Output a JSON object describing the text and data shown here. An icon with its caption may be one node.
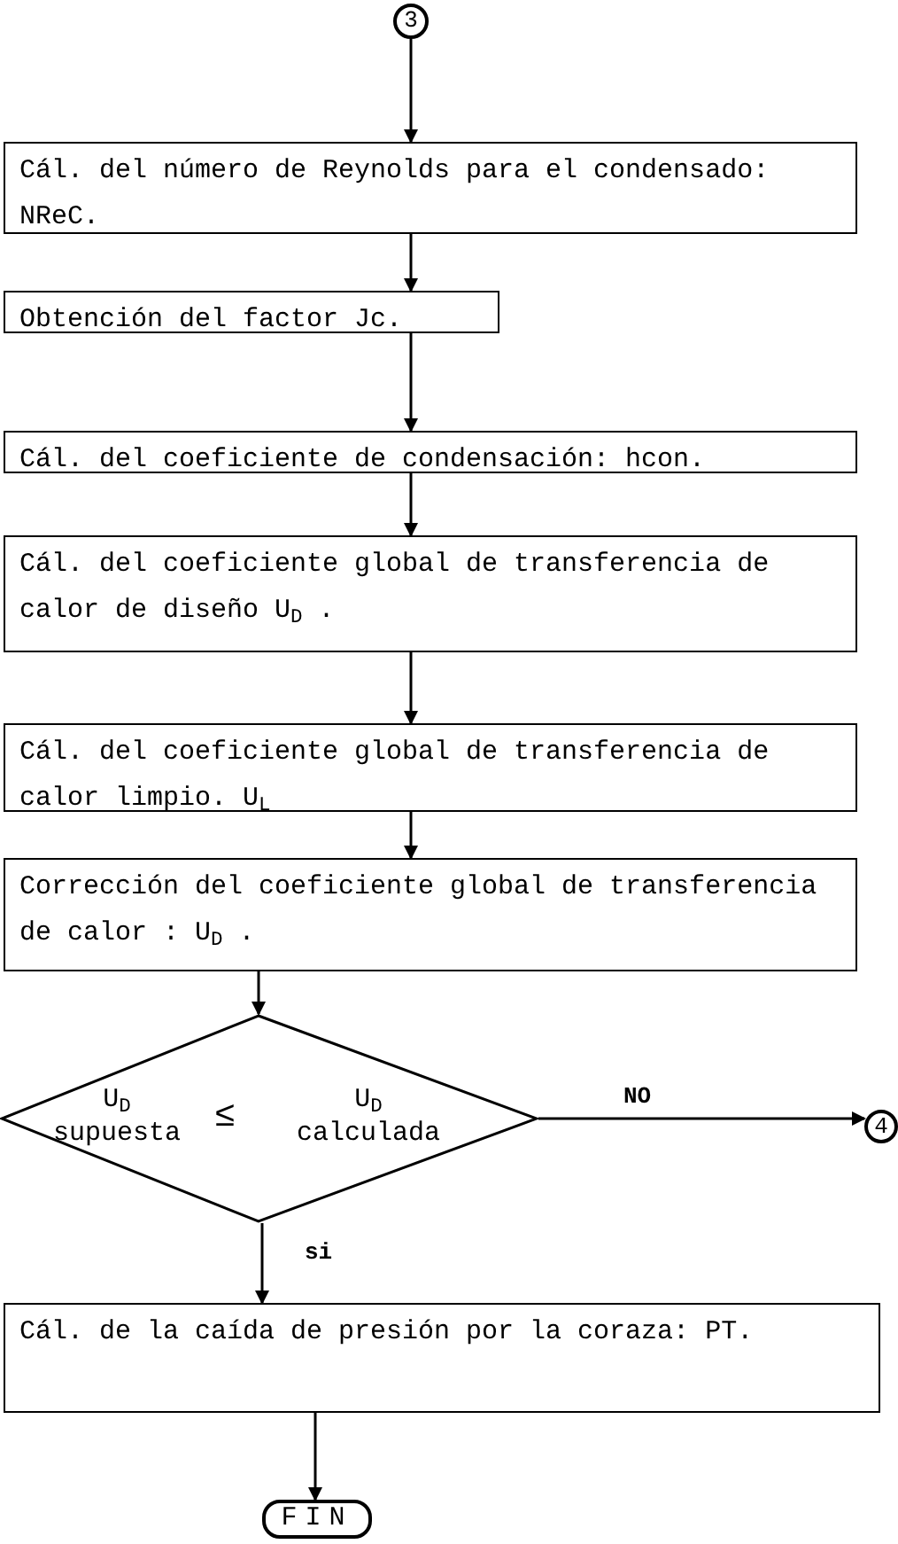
{
  "diagram": {
    "nodes": [
      {
        "text": [
          "3"
        ]
      },
      {
        "text": [
          "Cál. del número de Reynolds para el condensado: NReC."
        ]
      },
      {
        "text": [
          "Obtención del factor Jc."
        ]
      },
      {
        "text": [
          "Cál. del coeficiente de condensación: hcon."
        ]
      },
      {
        "text": [
          "Cál. del coeficiente global de transferencia de calor de diseño U$_{D}$ ."
        ]
      },
      {
        "text": [
          "Cál. del coeficiente global de transferencia de calor limpio. U$_{L}$"
        ]
      },
      {
        "text": [
          "Corrección del coeficiente global de transferencia de calor : U$_{D}$ ."
        ]
      },
      {
        "text": [
          "U$_{D}$ supuesta",
          "≤",
          "U$_{D}$ calculada"
        ]
      },
      {
        "text": [
          "4"
        ]
      },
      {
        "text": [
          "Cál. de la caída de presión por la coraza: PT."
        ]
      },
      {
        "text": [
          "FIN"
        ]
      }
    ],
    "edges": [
      {
        "from": 0,
        "to": 1,
        "arrow": "to"
      },
      {
        "from": 1,
        "to": 2,
        "arrow": "to"
      },
      {
        "from": 2,
        "to": 3,
        "arrow": "to"
      },
      {
        "from": 3,
        "to": 4,
        "arrow": "to"
      },
      {
        "from": 4,
        "to": 5,
        "arrow": "to"
      },
      {
        "from": 5,
        "to": 6,
        "arrow": "to"
      },
      {
        "from": 6,
        "to": 7,
        "arrow": "to"
      },
      {
        "from": 7,
        "to": 8,
        "label": "NO",
        "arrow": "to"
      },
      {
        "from": 7,
        "to": 9,
        "label": "si",
        "arrow": "to"
      },
      {
        "from": 9,
        "to": 10,
        "arrow": "to"
      }
    ]
  }
}
